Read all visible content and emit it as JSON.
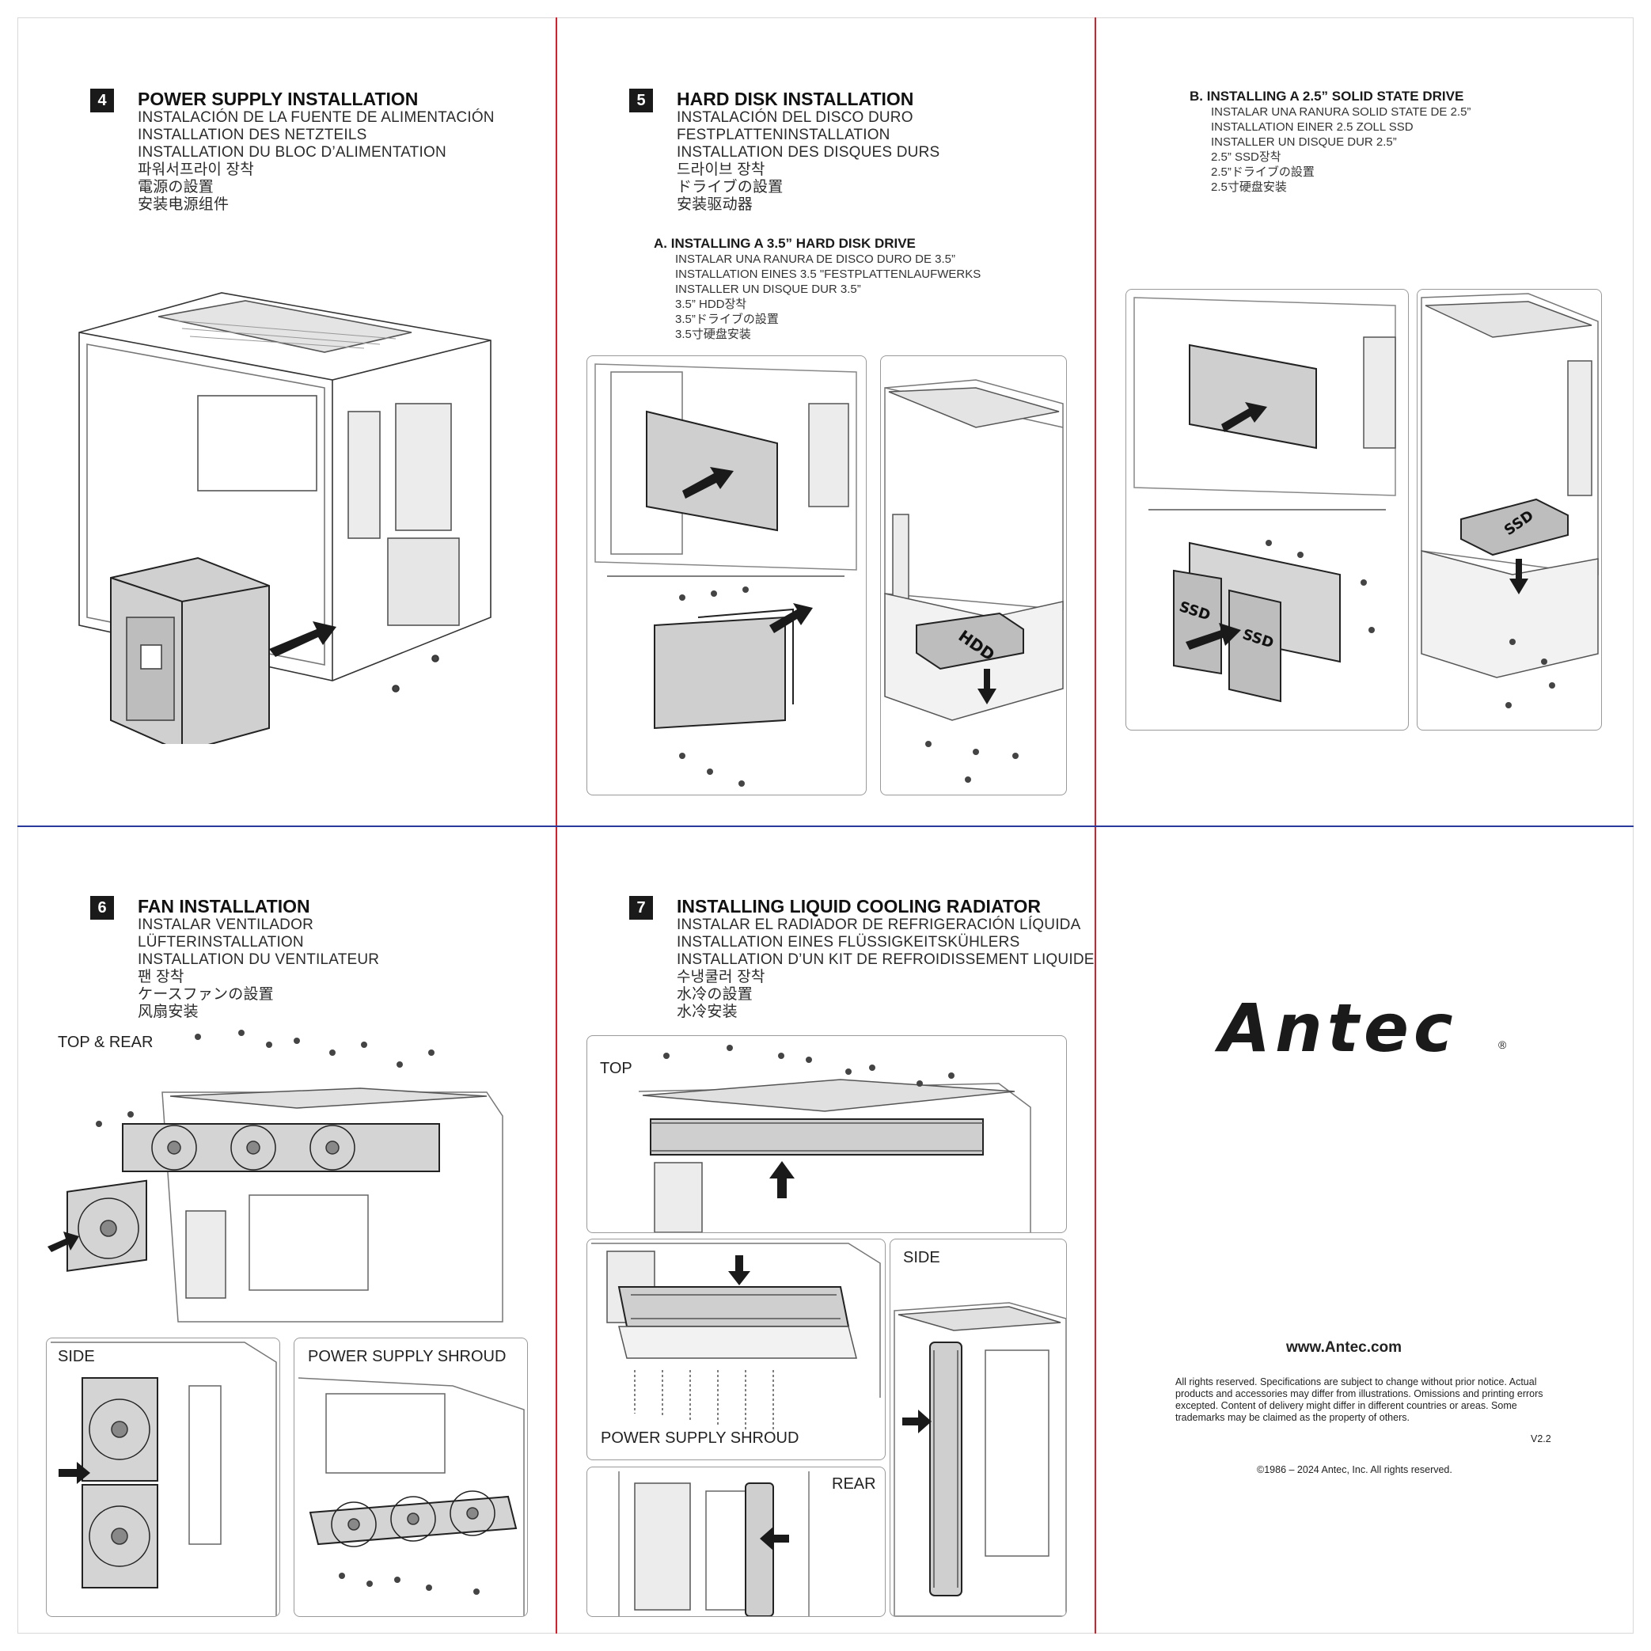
{
  "step4": {
    "number": "4",
    "title": "POWER SUPPLY INSTALLATION",
    "lines": [
      "INSTALACIÓN DE LA FUENTE DE ALIMENTACIÓN",
      "INSTALLATION DES NETZTEILS",
      "INSTALLATION DU BLOC D’ALIMENTATION",
      "파워서프라이 장착",
      "電源の設置",
      "安装电源组件"
    ]
  },
  "step5": {
    "number": "5",
    "title": "HARD DISK INSTALLATION",
    "lines": [
      "INSTALACIÓN DEL DISCO DURO",
      "FESTPLATTENINSTALLATION",
      "INSTALLATION DES DISQUES DURS",
      "드라이브 장착",
      "ドライブの設置",
      "安装驱动器"
    ],
    "sub_a": {
      "title": "A.  INSTALLING A 3.5”  HARD DISK DRIVE",
      "lines": [
        "INSTALAR UNA RANURA DE DISCO DURO DE 3.5”",
        "INSTALLATION EINES 3.5 \"FESTPLATTENLAUFWERKS",
        "INSTALLER UN DISQUE DUR 3.5”",
        "3.5” HDD장착",
        "3.5”ドライブの設置",
        "3.5寸硬盘安装"
      ]
    },
    "sub_b": {
      "title": "B.  INSTALLING A 2.5”  SOLID STATE DRIVE",
      "lines": [
        "INSTALAR UNA RANURA SOLID STATE DE 2.5”",
        "INSTALLATION EINER 2.5 ZOLL SSD",
        "INSTALLER UN DISQUE DUR 2.5”",
        "2.5” SSD장착",
        "2.5”ドライブの設置",
        "2.5寸硬盘安装"
      ]
    },
    "hdd_label": "HDD",
    "ssd_label": "SSD"
  },
  "step6": {
    "number": "6",
    "title": "FAN INSTALLATION",
    "lines": [
      "INSTALAR VENTILADOR",
      "LÜFTERINSTALLATION",
      "INSTALLATION DU VENTILATEUR",
      "팬 장착",
      "ケースファンの設置",
      "风扇安装"
    ],
    "label_top_rear": "TOP & REAR",
    "label_side": "SIDE",
    "label_psu_shroud": "POWER SUPPLY SHROUD"
  },
  "step7": {
    "number": "7",
    "title": "INSTALLING LIQUID COOLING RADIATOR",
    "lines": [
      "INSTALAR EL RADIADOR DE REFRIGERACIÓN LÍQUIDA",
      "INSTALLATION EINES FLÜSSIGKEITSKÜHLERS",
      "INSTALLATION D’UN KIT DE REFROIDISSEMENT LIQUIDE",
      "수냉쿨러 장착",
      "水冷の設置",
      "水冷安装"
    ],
    "label_top": "TOP",
    "label_side": "SIDE",
    "label_psu_shroud": "POWER SUPPLY SHROUD",
    "label_rear": "REAR"
  },
  "back": {
    "logo": "Antec",
    "registered": "®",
    "website": "www.Antec.com",
    "legal": "All rights reserved. Specifications are subject to change without prior notice. Actual products and accessories may differ from illustrations. Omissions and printing errors excepted. Content of delivery might differ in different countries or areas. Some trademarks may be claimed as the property of others.",
    "version": "V2.2",
    "copyright": "©1986 – 2024 Antec, Inc. All rights reserved."
  },
  "colors": {
    "divider_vertical": "#d9202a",
    "divider_horizontal": "#2a3a9c",
    "ink": "#1a1a1a"
  }
}
